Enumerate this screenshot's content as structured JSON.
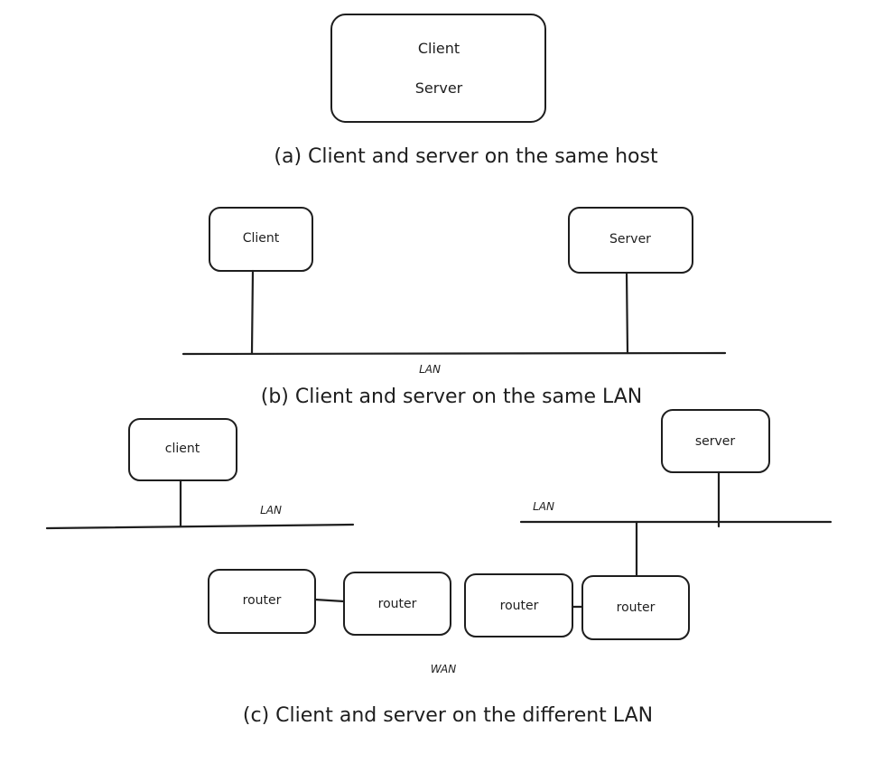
{
  "part_a": {
    "host_lines": [
      "Client",
      "Server"
    ],
    "caption": "(a) Client and server on the same host"
  },
  "part_b": {
    "client": "Client",
    "server": "Server",
    "lan": "LAN",
    "caption": "(b) Client and server on the same LAN"
  },
  "part_c": {
    "client": "client",
    "server": "server",
    "lan_left": "LAN",
    "lan_right": "LAN",
    "routers": [
      "router",
      "router",
      "router",
      "router"
    ],
    "wan": "WAN",
    "caption": "(c) Client and server on the different LAN"
  }
}
